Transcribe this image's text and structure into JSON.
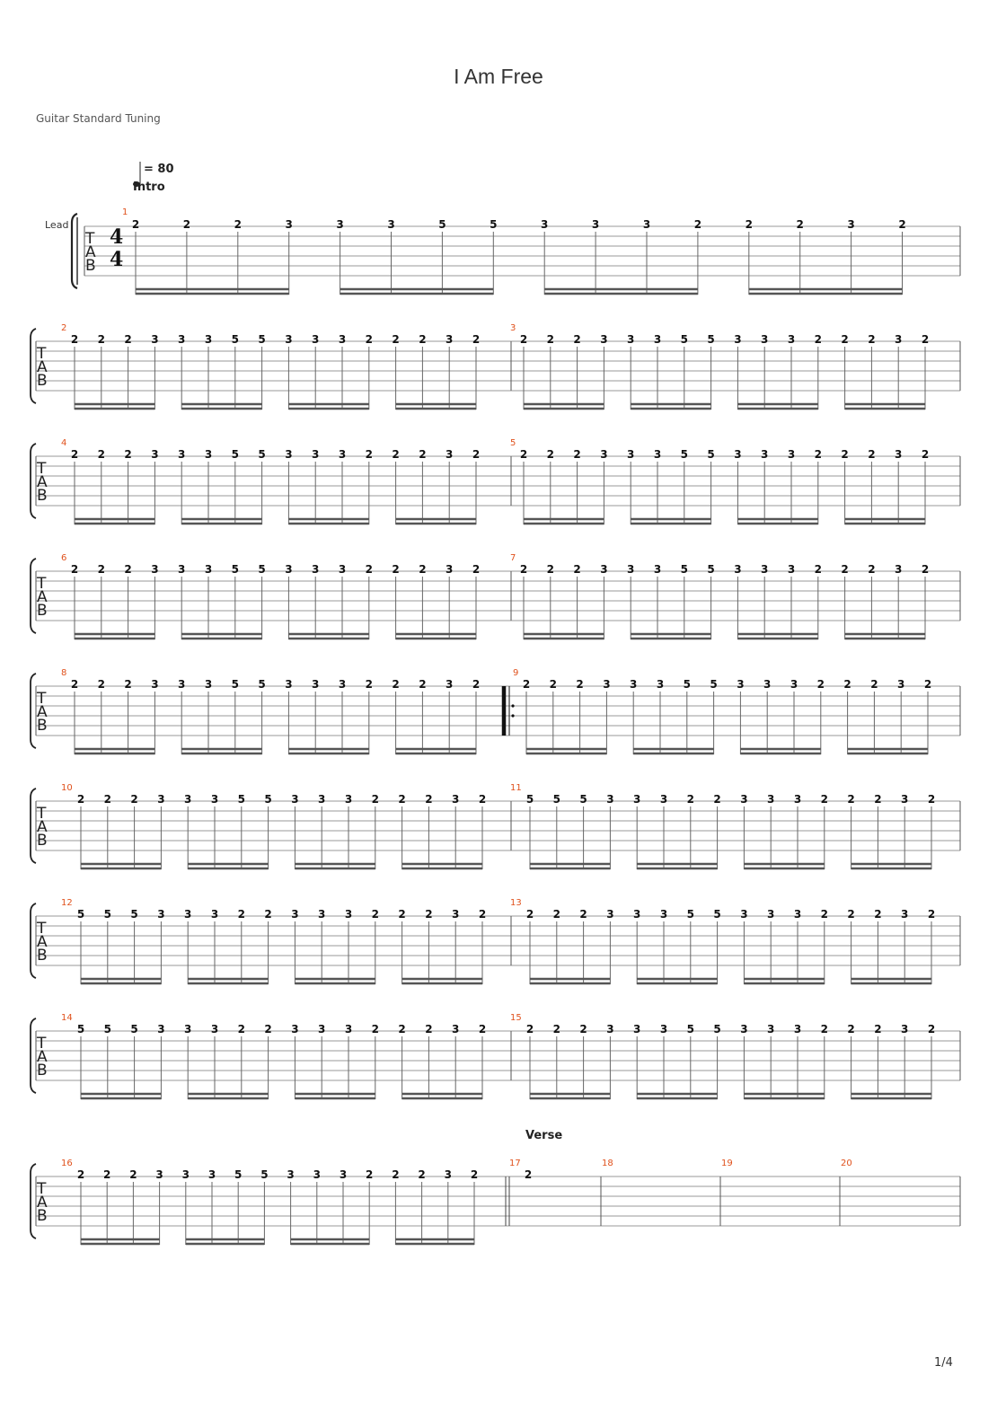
{
  "header": {
    "title": "I Am Free",
    "tuning": "Guitar Standard Tuning",
    "tempo_label": "= 80",
    "tempo_value": 80,
    "track_name": "Lead",
    "time_signature": {
      "top": "4",
      "bottom": "4"
    },
    "tab_letters": [
      "T",
      "A",
      "B"
    ],
    "page_number": "1/4"
  },
  "sections": [
    {
      "measure": 1,
      "label": "Intro"
    },
    {
      "measure": 17,
      "label": "Verse"
    }
  ],
  "systems": [
    {
      "measures": [
        1
      ]
    },
    {
      "measures": [
        2,
        3
      ]
    },
    {
      "measures": [
        4,
        5
      ]
    },
    {
      "measures": [
        6,
        7
      ]
    },
    {
      "measures": [
        8,
        9
      ]
    },
    {
      "measures": [
        10,
        11
      ]
    },
    {
      "measures": [
        12,
        13
      ]
    },
    {
      "measures": [
        14,
        15
      ]
    },
    {
      "measures": [
        16,
        17,
        18,
        19,
        20
      ]
    }
  ],
  "measures": [
    {
      "number": 1,
      "frets": [
        "2",
        "2",
        "2",
        "3",
        "3",
        "3",
        "5",
        "5",
        "3",
        "3",
        "3",
        "2",
        "2",
        "2",
        "3",
        "2"
      ]
    },
    {
      "number": 2,
      "frets": [
        "2",
        "2",
        "2",
        "3",
        "3",
        "3",
        "5",
        "5",
        "3",
        "3",
        "3",
        "2",
        "2",
        "2",
        "3",
        "2"
      ]
    },
    {
      "number": 3,
      "frets": [
        "2",
        "2",
        "2",
        "3",
        "3",
        "3",
        "5",
        "5",
        "3",
        "3",
        "3",
        "2",
        "2",
        "2",
        "3",
        "2"
      ]
    },
    {
      "number": 4,
      "frets": [
        "2",
        "2",
        "2",
        "3",
        "3",
        "3",
        "5",
        "5",
        "3",
        "3",
        "3",
        "2",
        "2",
        "2",
        "3",
        "2"
      ]
    },
    {
      "number": 5,
      "frets": [
        "2",
        "2",
        "2",
        "3",
        "3",
        "3",
        "5",
        "5",
        "3",
        "3",
        "3",
        "2",
        "2",
        "2",
        "3",
        "2"
      ]
    },
    {
      "number": 6,
      "frets": [
        "2",
        "2",
        "2",
        "3",
        "3",
        "3",
        "5",
        "5",
        "3",
        "3",
        "3",
        "2",
        "2",
        "2",
        "3",
        "2"
      ]
    },
    {
      "number": 7,
      "frets": [
        "2",
        "2",
        "2",
        "3",
        "3",
        "3",
        "5",
        "5",
        "3",
        "3",
        "3",
        "2",
        "2",
        "2",
        "3",
        "2"
      ]
    },
    {
      "number": 8,
      "frets": [
        "2",
        "2",
        "2",
        "3",
        "3",
        "3",
        "5",
        "5",
        "3",
        "3",
        "3",
        "2",
        "2",
        "2",
        "3",
        "2"
      ]
    },
    {
      "number": 9,
      "frets": [
        "2",
        "2",
        "2",
        "3",
        "3",
        "3",
        "5",
        "5",
        "3",
        "3",
        "3",
        "2",
        "2",
        "2",
        "3",
        "2"
      ],
      "repeat_start": true
    },
    {
      "number": 10,
      "frets": [
        "2",
        "2",
        "2",
        "3",
        "3",
        "3",
        "5",
        "5",
        "3",
        "3",
        "3",
        "2",
        "2",
        "2",
        "3",
        "2"
      ]
    },
    {
      "number": 11,
      "frets": [
        "5",
        "5",
        "5",
        "3",
        "3",
        "3",
        "2",
        "2",
        "3",
        "3",
        "3",
        "2",
        "2",
        "2",
        "3",
        "2"
      ]
    },
    {
      "number": 12,
      "frets": [
        "5",
        "5",
        "5",
        "3",
        "3",
        "3",
        "2",
        "2",
        "3",
        "3",
        "3",
        "2",
        "2",
        "2",
        "3",
        "2"
      ]
    },
    {
      "number": 13,
      "frets": [
        "2",
        "2",
        "2",
        "3",
        "3",
        "3",
        "5",
        "5",
        "3",
        "3",
        "3",
        "2",
        "2",
        "2",
        "3",
        "2"
      ]
    },
    {
      "number": 14,
      "frets": [
        "5",
        "5",
        "5",
        "3",
        "3",
        "3",
        "2",
        "2",
        "3",
        "3",
        "3",
        "2",
        "2",
        "2",
        "3",
        "2"
      ]
    },
    {
      "number": 15,
      "frets": [
        "2",
        "2",
        "2",
        "3",
        "3",
        "3",
        "5",
        "5",
        "3",
        "3",
        "3",
        "2",
        "2",
        "2",
        "3",
        "2"
      ]
    },
    {
      "number": 16,
      "frets": [
        "2",
        "2",
        "2",
        "3",
        "3",
        "3",
        "5",
        "5",
        "3",
        "3",
        "3",
        "2",
        "2",
        "2",
        "3",
        "2"
      ]
    },
    {
      "number": 17,
      "frets": [
        "2"
      ],
      "double_bar_before": true
    },
    {
      "number": 18,
      "frets": []
    },
    {
      "number": 19,
      "frets": []
    },
    {
      "number": 20,
      "frets": []
    }
  ]
}
